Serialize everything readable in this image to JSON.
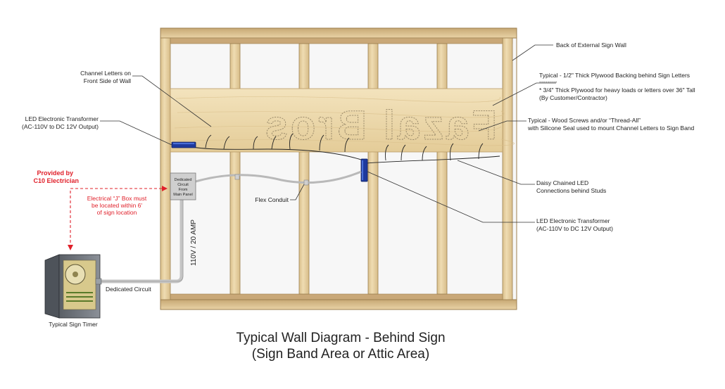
{
  "labels": {
    "back_wall": "Back of External Sign Wall",
    "channel_letters": [
      "Channel Letters on",
      "Front Side of Wall"
    ],
    "plywood": [
      "Typical - 1/2\" Thick Plywood Backing behind Sign Letters",
      "---------",
      "* 3/4\" Thick Plywood for heavy loads or letters over 36\" Tall",
      "(By Customer/Contractor)"
    ],
    "transformer_top": [
      "LED Electronic Transformer",
      "(AC-110V to DC 12V Output)"
    ],
    "screws": [
      "Typical - Wood Screws and/or “Thread-All”",
      "with Silicone Seal used to mount Channel Letters to Sign Band"
    ],
    "daisy_chain": [
      "Daisy Chained LED",
      "Connections behind Studs"
    ],
    "transformer_right": [
      "LED Electronic Transformer",
      "(AC-110V to DC 12V Output)"
    ],
    "provided_by": [
      "Provided by",
      "C10 Electrician"
    ],
    "j_box": [
      "Electrical “J” Box must",
      "be located within 6'",
      "of sign location"
    ],
    "junction_box": [
      "Dedicated",
      "Circuit",
      "From",
      "Main Panel"
    ],
    "flex_conduit": "Flex Conduit",
    "amp": "110V / 20 AMP",
    "dedicated_circuit": "Dedicated Circuit",
    "timer": "Typical Sign Timer",
    "sign_text": "Fazal Bros"
  },
  "title": [
    "Typical Wall Diagram - Behind Sign",
    "(Sign Band Area or Attic Area)"
  ],
  "colors": {
    "wood": "#e8d3a6",
    "wood_dark": "#9c7f4f",
    "transformer": "#1e3a9e",
    "red_note": "#e0202a"
  }
}
